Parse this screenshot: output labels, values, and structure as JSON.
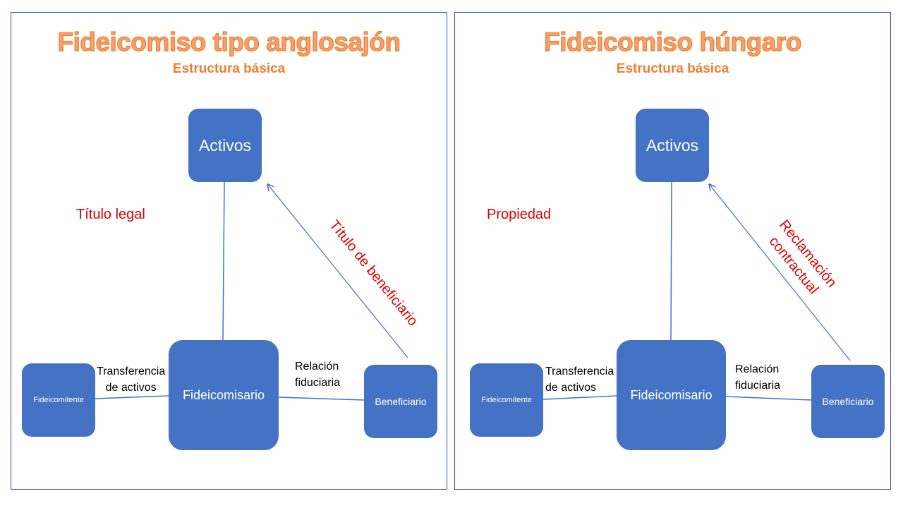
{
  "panels": [
    {
      "title": "Fideicomiso tipo anglosajón",
      "subtitle": "Estructura básica",
      "nodes": {
        "activos": "Activos",
        "fideicomisario": "Fideicomisario",
        "fideicomitente": "Fideicomitente",
        "beneficiario": "Beneficiario"
      },
      "labels": {
        "transfer_line1": "Transferencia",
        "transfer_line2": "de activos",
        "relation_line1": "Relación",
        "relation_line2": "fiduciaria"
      },
      "red_left": "Título legal",
      "red_diag_line1": "Título de beneficiario",
      "red_diag_line2": ""
    },
    {
      "title": "Fideicomiso húngaro",
      "subtitle": "Estructura básica",
      "nodes": {
        "activos": "Activos",
        "fideicomisario": "Fideicomisario",
        "fideicomitente": "Fideicomitente",
        "beneficiario": "Beneficiario"
      },
      "labels": {
        "transfer_line1": "Transferencia",
        "transfer_line2": "de activos",
        "relation_line1": "Relación",
        "relation_line2": "fiduciaria"
      },
      "red_left": "Propiedad",
      "red_diag_line1": "Reclamación",
      "red_diag_line2": "contractual"
    }
  ],
  "colors": {
    "box": "#4472c4",
    "border": "#2f5597",
    "title": "#ed7d31",
    "red": "#e00000"
  }
}
